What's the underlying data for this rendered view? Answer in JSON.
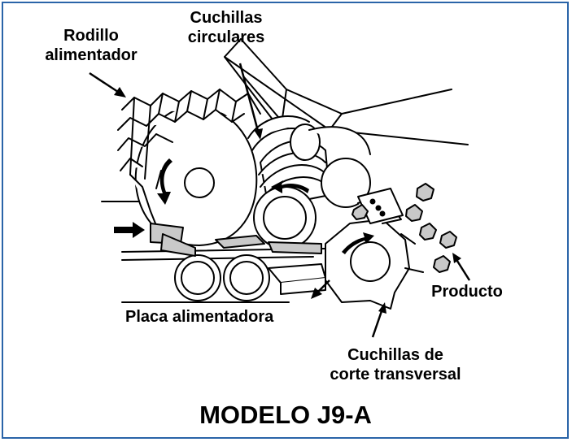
{
  "labels": {
    "rodillo_line1": "Rodillo",
    "rodillo_line2": "alimentador",
    "cuchillas_circ_line1": "Cuchillas",
    "cuchillas_circ_line2": "circulares",
    "placa": "Placa alimentadora",
    "producto": "Producto",
    "cuchillas_corte_line1": "Cuchillas de",
    "cuchillas_corte_line2": "corte transversal"
  },
  "title": "MODELO J9-A",
  "colors": {
    "frame": "#2a64a8",
    "product_fill": "#c9c9c9",
    "line": "#000000"
  }
}
